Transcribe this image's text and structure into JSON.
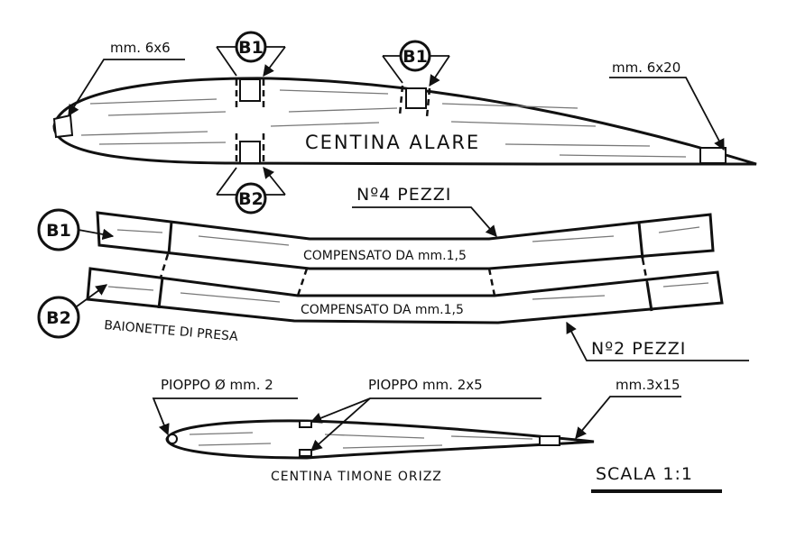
{
  "wing_rib": {
    "title": "CENTINA ALARE",
    "leading_edge_label": "mm. 6x6",
    "trailing_edge_label": "mm. 6x20",
    "markers": [
      "B1",
      "B1",
      "B2"
    ]
  },
  "bayonets": {
    "top_label": "B1",
    "bottom_label": "B2",
    "top_material": "COMPENSATO DA mm.1,5",
    "bottom_material": "COMPENSATO DA mm.1,5",
    "top_quantity": "Nº4 PEZZI",
    "bottom_quantity": "Nº2 PEZZI",
    "caption": "BAIONETTE DI PRESA"
  },
  "tail_rib": {
    "title": "CENTINA TIMONE ORIZZ",
    "leading_edge_label": "PIOPPO Ø mm. 2",
    "spar_label": "PIOPPO mm. 2x5",
    "trailing_edge_label": "mm.3x15"
  },
  "scale": "SCALA 1:1"
}
